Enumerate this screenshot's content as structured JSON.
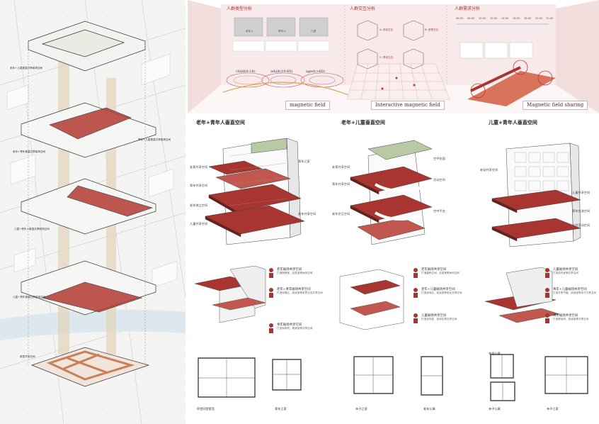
{
  "colors": {
    "accent": "#a8352f",
    "accent_light": "#d9837a",
    "pink": "#f6e6e6",
    "ground": "#c98057",
    "grey": "#e8e8e8"
  },
  "left": {
    "labels": [
      "老年+儿童垂直共享磁场空间",
      "老年+青年垂直共享磁场空间",
      "青年+儿童垂直共享磁场空间",
      "儿童+青年人垂直共享磁场空间",
      "儿童+青年垂直共享磁场空间",
      "首层开放空间"
    ]
  },
  "top": {
    "sections": [
      {
        "title": "人群类型分析"
      },
      {
        "title": "人群交互分析"
      },
      {
        "title": "人群需求分析"
      }
    ],
    "tags": [
      "老年人",
      "青年人",
      "儿童"
    ],
    "age_labels": [
      "child(0-18)",
      "adult(19-60)",
      "aged(>60)"
    ],
    "interact_labels": [
      "A: 老幼交互",
      "B: 老青交互",
      "C: 青幼交互"
    ],
    "times": [
      "06:00",
      "08:00",
      "10:00",
      "12:00",
      "14:00",
      "16:00",
      "18:00",
      "20:00",
      "22:00"
    ],
    "fields": [
      "magnetic field",
      "Interactive magnetic field",
      "Magnetic field sharing"
    ]
  },
  "middle": {
    "headers": [
      "老年+青年人垂直空间",
      "老年+儿童垂直空间",
      "儿童+青年人垂直空间"
    ],
    "callouts_a": [
      "老青共享空间",
      "青年共享空间",
      "老年独立空间",
      "儿童共享空间",
      "青年之家",
      "老年共享空间"
    ],
    "callouts_b": [
      "老青共享空间",
      "青年共享空间",
      "老年交互空间",
      "空中花园",
      "活动空间",
      "空中平台"
    ],
    "callouts_c": [
      "老幼共享空间",
      "儿童共享空间",
      "青年交流空间",
      "公共活动空间"
    ]
  },
  "legend": {
    "a": [
      {
        "title": "老年磁场共享空间",
        "desc": "打造棋牌室、品茗室等休闲空间"
      },
      {
        "title": "老年+青年磁场共享空间",
        "desc": "打造休憩区、阅读室等老青交流共享空间"
      },
      {
        "title": "青年磁场共享空间",
        "desc": "打造咖啡吧、健身室等共享空间"
      }
    ],
    "b": [
      {
        "title": "老年磁场共享空间",
        "desc": "打造康养空间、品茗室等休闲空间"
      },
      {
        "title": "老年+儿童磁场共享空间",
        "desc": "打造游戏区、阅读室等老幼共享空间"
      },
      {
        "title": "儿童磁场共享空间",
        "desc": "打造游戏室、游戏区等共享空间"
      }
    ],
    "c": [
      {
        "title": "儿童磁场共享空间",
        "desc": "打造游戏室等共享空间"
      },
      {
        "title": "青年+儿童磁场共享空间",
        "desc": "打造共享书屋、阅读室等亲子共享空间"
      },
      {
        "title": "青年磁场共享空间",
        "desc": "打造健身房、阅读室等共享空间"
      }
    ]
  },
  "plans": [
    "四世同堂套型",
    "青年之家",
    "亲子之家",
    "老年公寓",
    "单身公寓",
    "亲子公寓",
    "亲子之家"
  ]
}
